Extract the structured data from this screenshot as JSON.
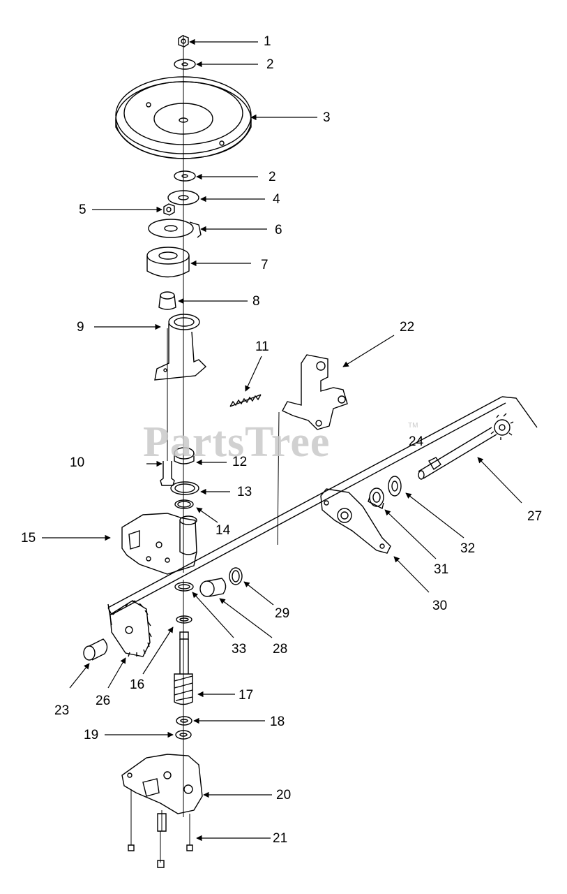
{
  "watermark": {
    "text": "PartsTree",
    "tm": "TM"
  },
  "callouts": [
    "1",
    "2",
    "3",
    "2",
    "4",
    "5",
    "6",
    "7",
    "8",
    "9",
    "11",
    "22",
    "24",
    "10",
    "12",
    "13",
    "14",
    "15",
    "27",
    "32",
    "31",
    "30",
    "29",
    "33",
    "28",
    "23",
    "26",
    "16",
    "17",
    "18",
    "19",
    "20",
    "21"
  ]
}
